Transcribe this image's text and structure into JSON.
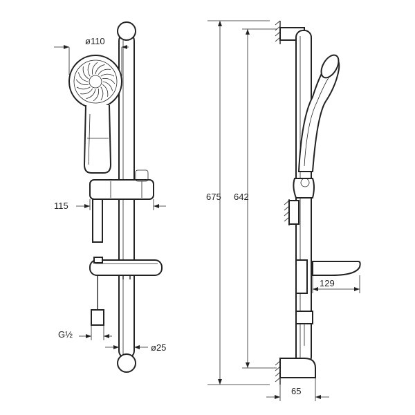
{
  "dimensions": {
    "head_diameter": "ø110",
    "slider_offset": "115",
    "thread": "G½",
    "bar_diameter": "ø25",
    "total_height": "675",
    "fixing_distance": "642",
    "soap_dish_depth": "129",
    "wall_offset": "65"
  },
  "colors": {
    "line": "#222222",
    "background": "#ffffff"
  }
}
